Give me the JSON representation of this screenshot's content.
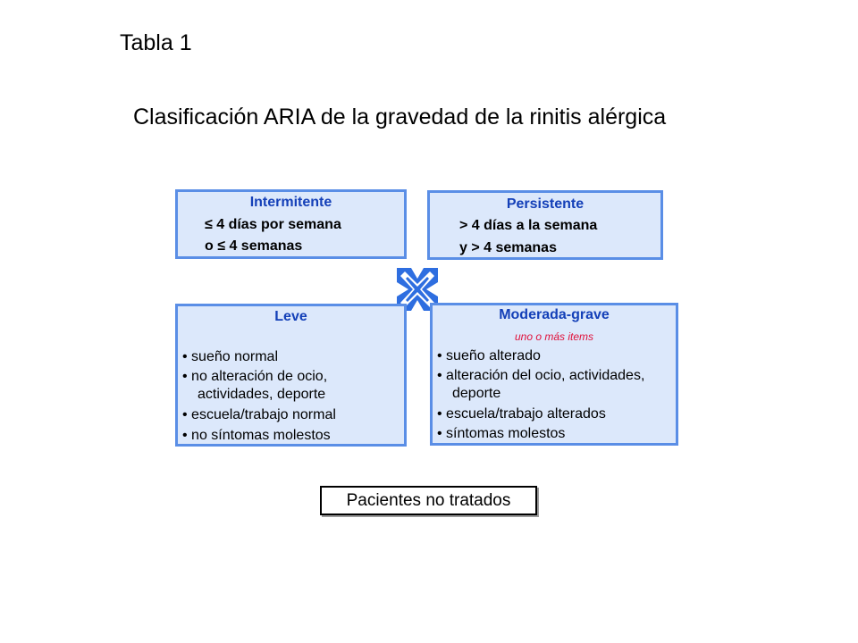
{
  "header": {
    "table_label": "Tabla 1",
    "title": "Clasificación ARIA de la gravedad de la rinitis alérgica"
  },
  "boxes": {
    "intermitente": {
      "title": "Intermitente",
      "lines": [
        "≤ 4 días por semana",
        "o ≤ 4 semanas"
      ]
    },
    "persistente": {
      "title": "Persistente",
      "lines": [
        "> 4 días a la semana",
        "y  > 4 semanas"
      ]
    },
    "leve": {
      "title": "Leve",
      "items": [
        "• sueño normal",
        "• no alteración de ocio,",
        "actividades, deporte",
        "• escuela/trabajo normal",
        "• no síntomas molestos"
      ]
    },
    "moderada": {
      "title": "Moderada-grave",
      "note": "uno o más items",
      "items": [
        "• sueño alterado",
        "• alteración del ocio, actividades,",
        "deporte",
        "• escuela/trabajo alterados",
        "• síntomas molestos"
      ]
    }
  },
  "footer": {
    "label": "Pacientes no tratados"
  },
  "colors": {
    "box_fill": "#dce8fb",
    "box_border": "#5a8ee6",
    "heading_text": "#1440b8",
    "note_text": "#e0103a",
    "cross_icon": "#2e6ee0"
  },
  "icons": {
    "center": "cross-arrows-icon"
  }
}
